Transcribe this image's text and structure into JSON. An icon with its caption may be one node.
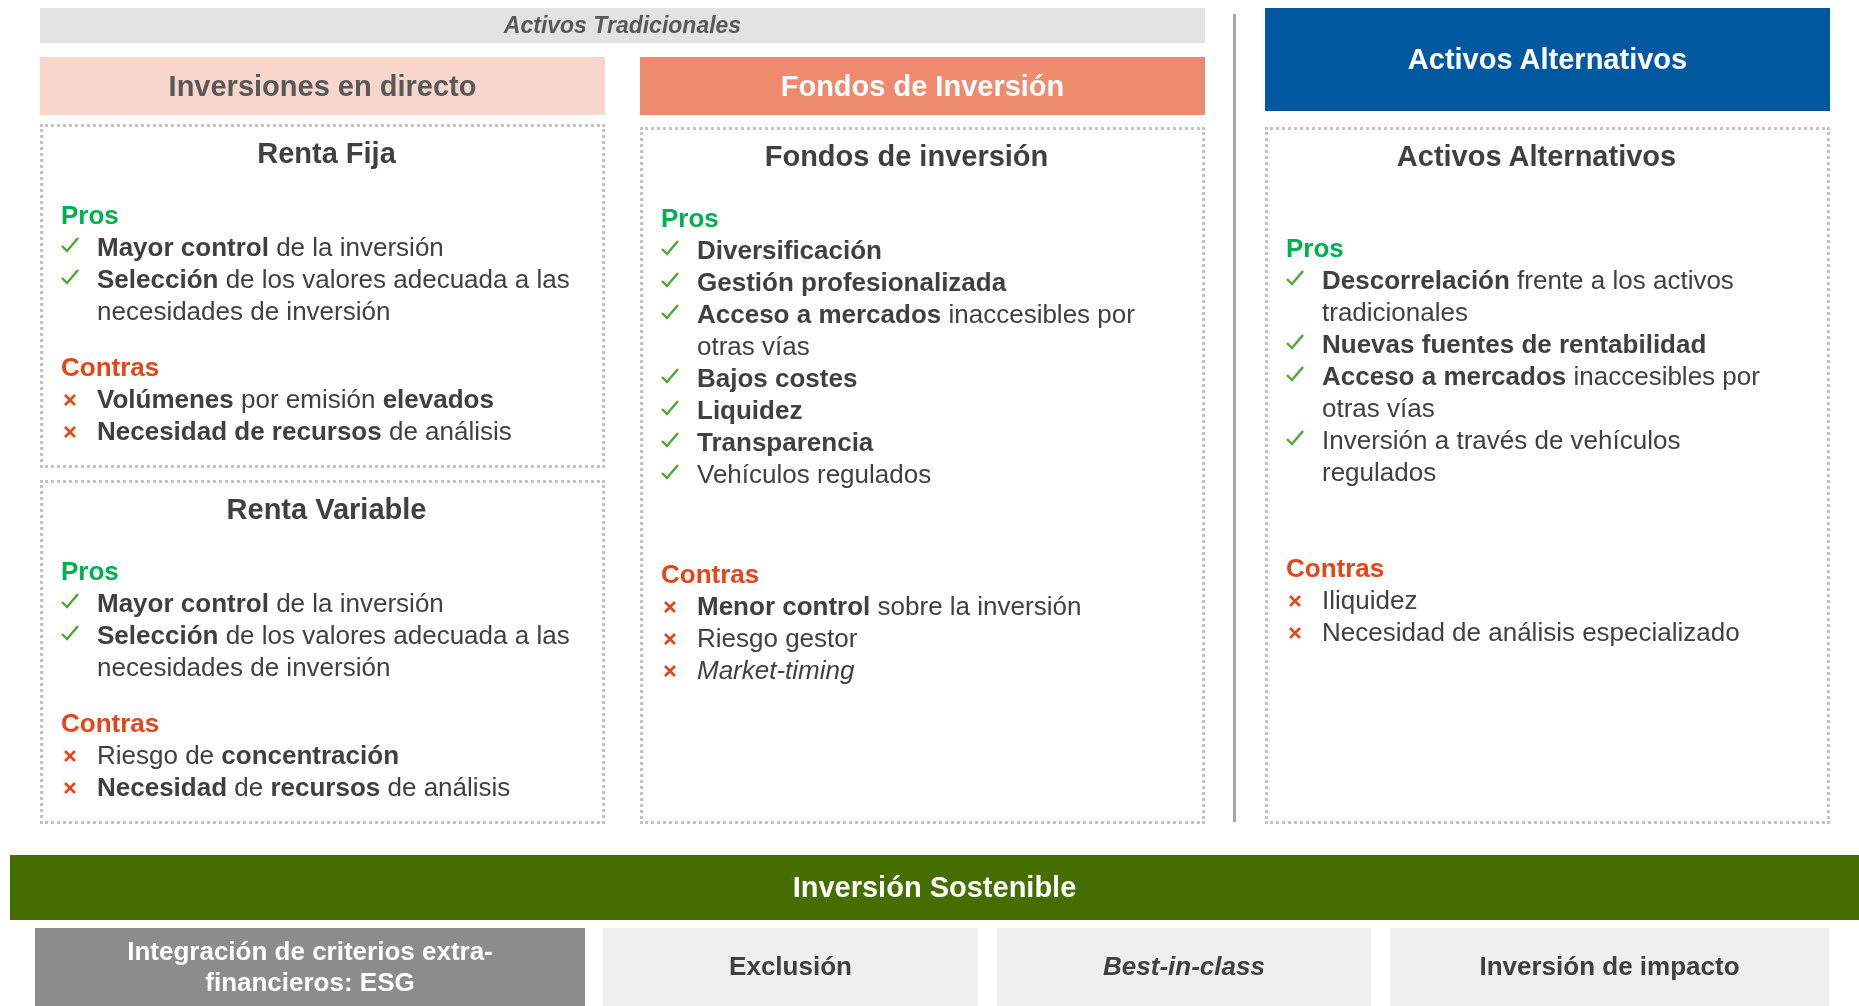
{
  "diagram": {
    "nodes": [
      {
        "text": [
          "Activos Tradicionales"
        ]
      },
      {
        "text": [
          "Inversiones en directo"
        ]
      },
      {
        "text": [
          "Fondos de Inversión"
        ]
      },
      {
        "text": [
          "Activos Alternativos"
        ]
      },
      {
        "text": [
          "Renta Fija",
          "Pros",
          "**Mayor control** de la inversión",
          "**Selección** de los valores adecuada a las necesidades de inversión",
          "Contras",
          "**Volúmenes** por emisión **elevados**",
          "**Necesidad de recursos** de análisis"
        ]
      },
      {
        "text": [
          "Renta Variable",
          "Pros",
          "**Mayor control** de la inversión",
          "**Selección** de los valores adecuada a las necesidades de inversión",
          "Contras",
          "Riesgo de **concentración**",
          "**Necesidad** de **recursos** de análisis"
        ]
      },
      {
        "text": [
          "Fondos de inversión",
          "Pros",
          "**Diversificación**",
          "**Gestión profesionalizada**",
          "**Acceso a mercados** inaccesibles por otras vías",
          "**Bajos costes**",
          "**Liquidez**",
          "**Transparencia**",
          "Vehículos regulados",
          "Contras",
          "**Menor control** sobre la inversión",
          "Riesgo gestor",
          "Market-timing"
        ]
      },
      {
        "text": [
          "Activos Alternativos",
          "Pros",
          "**Descorrelación** frente a los activos tradicionales",
          "**Nuevas fuentes de rentabilidad**",
          "**Acceso a mercados** inaccesibles por otras vías",
          "Inversión a través de vehículos regulados",
          "Contras",
          "Iliquidez",
          "Necesidad de análisis especializado"
        ]
      },
      {
        "text": [
          "Inversión Sostenible"
        ]
      },
      {
        "text": [
          "Integración de criterios extra-financieros: ESG"
        ]
      },
      {
        "text": [
          "Exclusión"
        ]
      },
      {
        "text": [
          "Best-in-class"
        ]
      },
      {
        "text": [
          "Inversión de impacto"
        ]
      }
    ]
  }
}
